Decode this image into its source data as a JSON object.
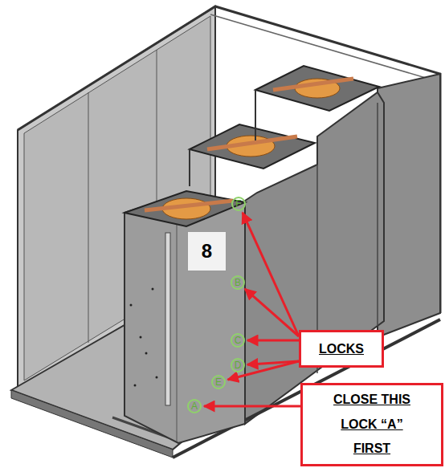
{
  "diagram": {
    "nodes": [
      {
        "text": [
          "F"
        ]
      },
      {
        "text": [
          "8"
        ]
      },
      {
        "text": [
          "B"
        ]
      },
      {
        "text": [
          "C"
        ]
      },
      {
        "text": [
          "D"
        ]
      },
      {
        "text": [
          "E"
        ]
      },
      {
        "text": [
          "A"
        ]
      },
      {
        "text": [
          "LOCKS"
        ]
      },
      {
        "text": [
          "CLOSE THIS LOCK “A” FIRST"
        ]
      }
    ],
    "edges": [
      {
        "from": 7,
        "to": 0,
        "arrow": "to"
      },
      {
        "from": 7,
        "to": 2,
        "arrow": "to"
      },
      {
        "from": 7,
        "to": 3,
        "arrow": "to"
      },
      {
        "from": 7,
        "to": 4,
        "arrow": "to"
      },
      {
        "from": 7,
        "to": 5,
        "arrow": "to"
      },
      {
        "from": 8,
        "to": 6,
        "arrow": "to"
      }
    ]
  }
}
